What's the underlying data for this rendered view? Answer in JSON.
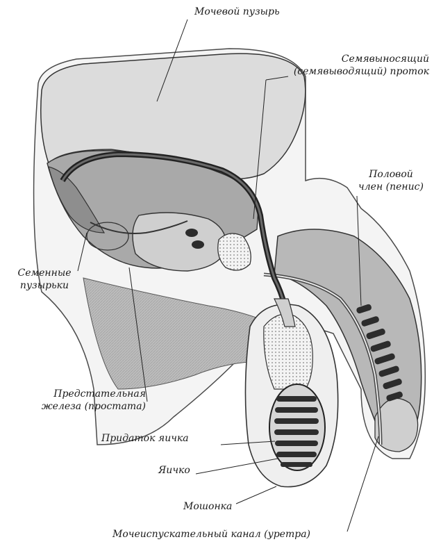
{
  "labels": {
    "bladder": "Мочевой пузырь",
    "vas_deferens_1": "Семявыносящий",
    "vas_deferens_2": "(семявыводящий) проток",
    "penis_1": "Половой",
    "penis_2": "член (пенис)",
    "seminal_1": "Семенные",
    "seminal_2": "пузырьки",
    "prostate_1": "Предстательная",
    "prostate_2": "железа (простата)",
    "epididymis": "Придаток яичка",
    "testis": "Яичко",
    "scrotum": "Мошонка",
    "urethra": "Мочеиспускательный канал (уретра)"
  }
}
